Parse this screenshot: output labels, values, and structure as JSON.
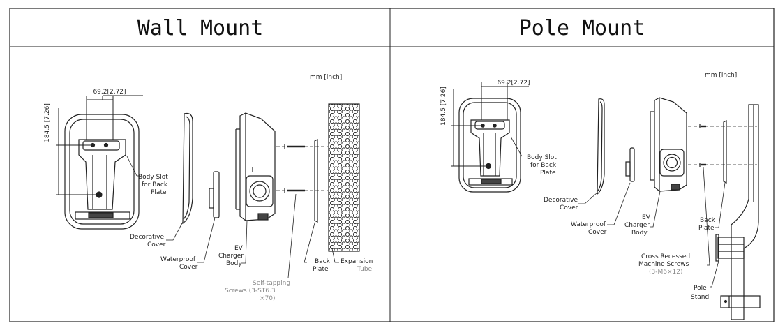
{
  "wall": {
    "title": "Wall Mount",
    "unit": "mm [inch]",
    "dim_width": "69.2[2.72]",
    "dim_height": "184.5 [7.26]",
    "slot": [
      "Body Slot",
      "for Back",
      "Plate"
    ],
    "decorative": [
      "Decorative",
      "Cover"
    ],
    "waterproof": [
      "Waterproof",
      "Cover"
    ],
    "ev": [
      "EV",
      "Charger",
      "Body"
    ],
    "screws": [
      "Self-tapping",
      "Screws (3-ST6.3",
      "×70)"
    ],
    "back": [
      "Back",
      "Plate"
    ],
    "expansion": [
      "Expansion",
      "Tube"
    ]
  },
  "pole": {
    "title": "Pole Mount",
    "unit": "mm [inch]",
    "dim_width": "69.2[2.72]",
    "dim_height": "184.5 [7.26]",
    "slot": [
      "Body Slot",
      "for Back",
      "Plate"
    ],
    "decorative": [
      "Decorative",
      "Cover"
    ],
    "waterproof": [
      "Waterproof",
      "Cover"
    ],
    "ev": [
      "EV",
      "Charger",
      "Body"
    ],
    "back": [
      "Back",
      "Plate"
    ],
    "screws": [
      "Cross Recessed",
      "Machine Screws",
      "(3-M6×12)"
    ],
    "stand": [
      "Pole",
      "Stand"
    ]
  }
}
